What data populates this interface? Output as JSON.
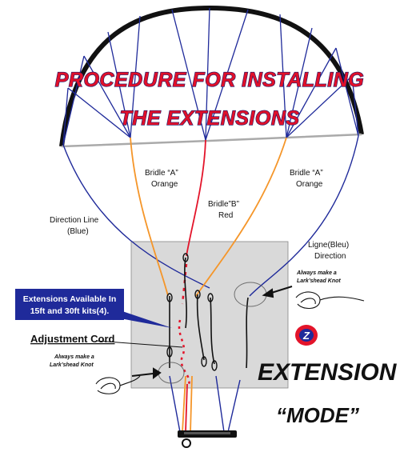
{
  "title": {
    "line1": "PROCEDURE FOR INSTALLING",
    "line2": "THE EXTENSIONS"
  },
  "labels": {
    "bridle_a_left": {
      "line1": "Bridle “A”",
      "line2": "Orange"
    },
    "bridle_a_right": {
      "line1": "Bridle “A”",
      "line2": "Orange"
    },
    "bridle_b": {
      "line1": "Bridle”B”",
      "line2": "Red"
    },
    "direction_line": {
      "line1": "Direction Line",
      "line2": "(Blue)"
    },
    "ligne": {
      "line1": "Ligne(Bleu)",
      "line2": "Direction"
    },
    "adjustment_cord": "Adjustment Cord"
  },
  "callout": {
    "line1": "Extensions Available In",
    "line2": "15ft and 30ft kits(4)."
  },
  "notes": {
    "right": {
      "line1": "Always make a",
      "line2": "Lark’shead Knot"
    },
    "left": {
      "line1": "Always make a",
      "line2": "Lark’shead Knot"
    }
  },
  "mode": {
    "badge": "Z",
    "line1": "EXTENSION",
    "line2": "“MODE”"
  },
  "colors": {
    "kite_outline": "#111111",
    "bridle_lines": "#1f2a9a",
    "orange_bridle": "#f5962a",
    "red_bridle": "#e3142a",
    "panel": "#d9d9d9",
    "title_fill": "#e0102a",
    "title_outline": "#1a1a6a",
    "callout_bg": "#1f2a9a"
  },
  "icons": [
    "lark-head-knot-icon",
    "extension-mode-badge-icon",
    "control-bar-icon"
  ]
}
